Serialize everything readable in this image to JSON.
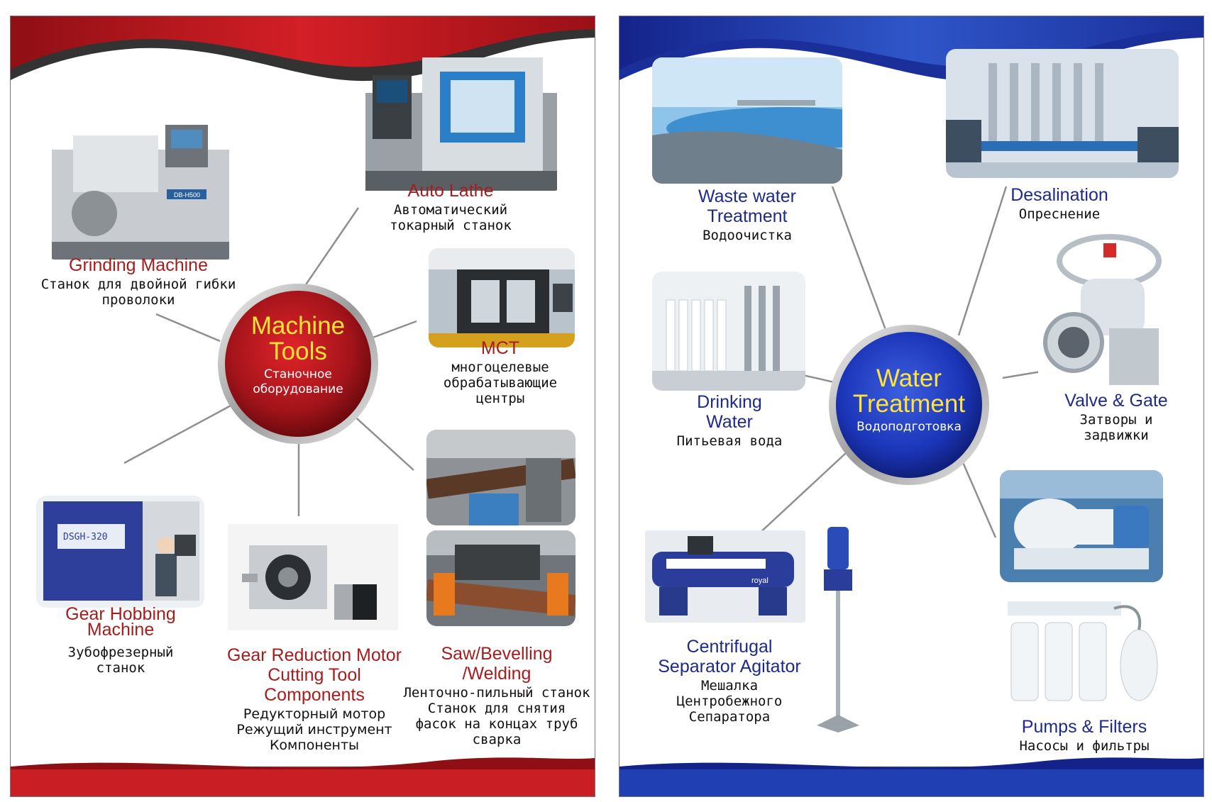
{
  "colors": {
    "machine_accent": "#a51d1d",
    "water_accent": "#1e2a8a",
    "hub_title": "#ffe23a"
  },
  "machine_tools": {
    "hub": {
      "title": "Machine\nTools",
      "subtitle": "Станочное\nоборудование"
    },
    "items": [
      {
        "en": "Auto Lathe",
        "ru": "Автоматический\nтокарный станок"
      },
      {
        "en": "Grinding Machine",
        "ru": "Станок для двойной гибки\nпроволоки"
      },
      {
        "en": "MCT",
        "ru": "многоцелевые\nобрабатывающие\nцентры"
      },
      {
        "en": "Gear Hobbing\nMachine",
        "ru": "Зубофрезерный\nстанок"
      },
      {
        "en": "Gear Reduction Motor\nCutting Tool\nComponents",
        "ru": "Редукторный мотор\nРежущий инструмент\nКомпоненты"
      },
      {
        "en": "Saw/Bevelling\n/Welding",
        "ru": "Ленточно-пильный станок\nСтанок для снятия\nфасок на концах труб\nсварка"
      }
    ],
    "image_labels": {
      "grinding_panel": "DB-H500",
      "gear_screen": "DSGH-320"
    }
  },
  "water_treatment": {
    "hub": {
      "title": "Water\nTreatment",
      "subtitle": "Водоподготовка"
    },
    "items": [
      {
        "en": "Waste water\nTreatment",
        "ru": "Водоочистка"
      },
      {
        "en": "Desalination",
        "ru": "Опреснение"
      },
      {
        "en": "Drinking\nWater",
        "ru": "Питьевая вода"
      },
      {
        "en": "Valve & Gate",
        "ru": "Затворы и\nзадвижки"
      },
      {
        "en": "Centrifugal\nSeparator Agitator",
        "ru": "Мешалка\nЦентробежного\nСепаратора"
      },
      {
        "en": "Pumps & Filters",
        "ru": "Насосы и фильтры"
      }
    ],
    "image_labels": {
      "separator_brand": "royal"
    }
  }
}
